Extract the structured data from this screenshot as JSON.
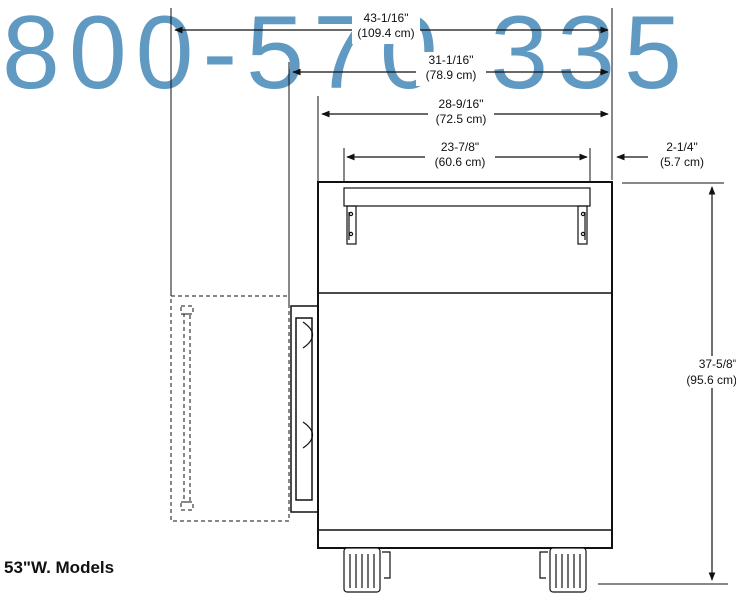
{
  "watermark": "800-570-335",
  "caption": "53\"W. Models",
  "dimensions": {
    "overall_depth": {
      "in": "43-1/16\"",
      "cm": "(109.4 cm)"
    },
    "door_open_depth": {
      "in": "31-1/16\"",
      "cm": "(78.9 cm)"
    },
    "cabinet_depth": {
      "in": "28-9/16\"",
      "cm": "(72.5 cm)"
    },
    "top_depth": {
      "in": "23-7/8\"",
      "cm": "(60.6 cm)"
    },
    "rear_offset": {
      "in": "2-1/4\"",
      "cm": "(5.7 cm)"
    },
    "height": {
      "in": "37-5/8\"",
      "cm": "(95.6 cm)"
    }
  }
}
